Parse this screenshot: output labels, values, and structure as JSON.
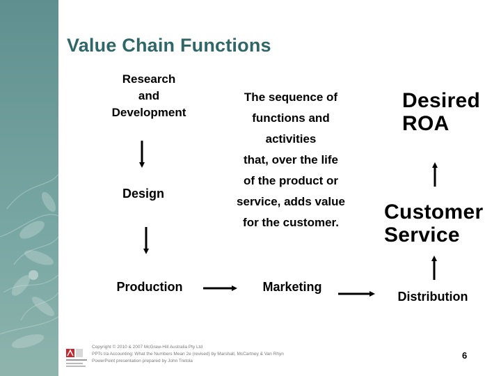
{
  "slide": {
    "title": "Value Chain Functions",
    "research_label_line1": "Research",
    "research_label_line2": "and",
    "research_label_line3": "Development",
    "design_label": "Design",
    "production_label": "Production",
    "marketing_label": "Marketing",
    "distribution_label": "Distribution",
    "customer_service_line1": "Customer",
    "customer_service_line2": "Service",
    "desired_roa_line1": "Desired",
    "desired_roa_line2": "ROA",
    "description_lines": [
      "The sequence of",
      "functions and",
      "activities",
      "that, over the life",
      "of the product or",
      "service, adds value",
      "for the customer."
    ],
    "page_number": "6"
  },
  "footer": {
    "line1": "Copyright © 2010 & 2007 McGraw-Hill Australia Pty Ltd",
    "line2": "PPTs t/a Accounting: What the Numbers Mean 2e (revised) by Marshall, McCartney & Van Rhyn",
    "line3": "PowerPoint presentation prepared by John Tretola"
  },
  "colors": {
    "title": "#2f6668",
    "band": "#6e9d9b",
    "text": "#000000"
  },
  "icons": {
    "logo": "mcgraw-hill-logo",
    "arrows": "arrow-icon"
  }
}
